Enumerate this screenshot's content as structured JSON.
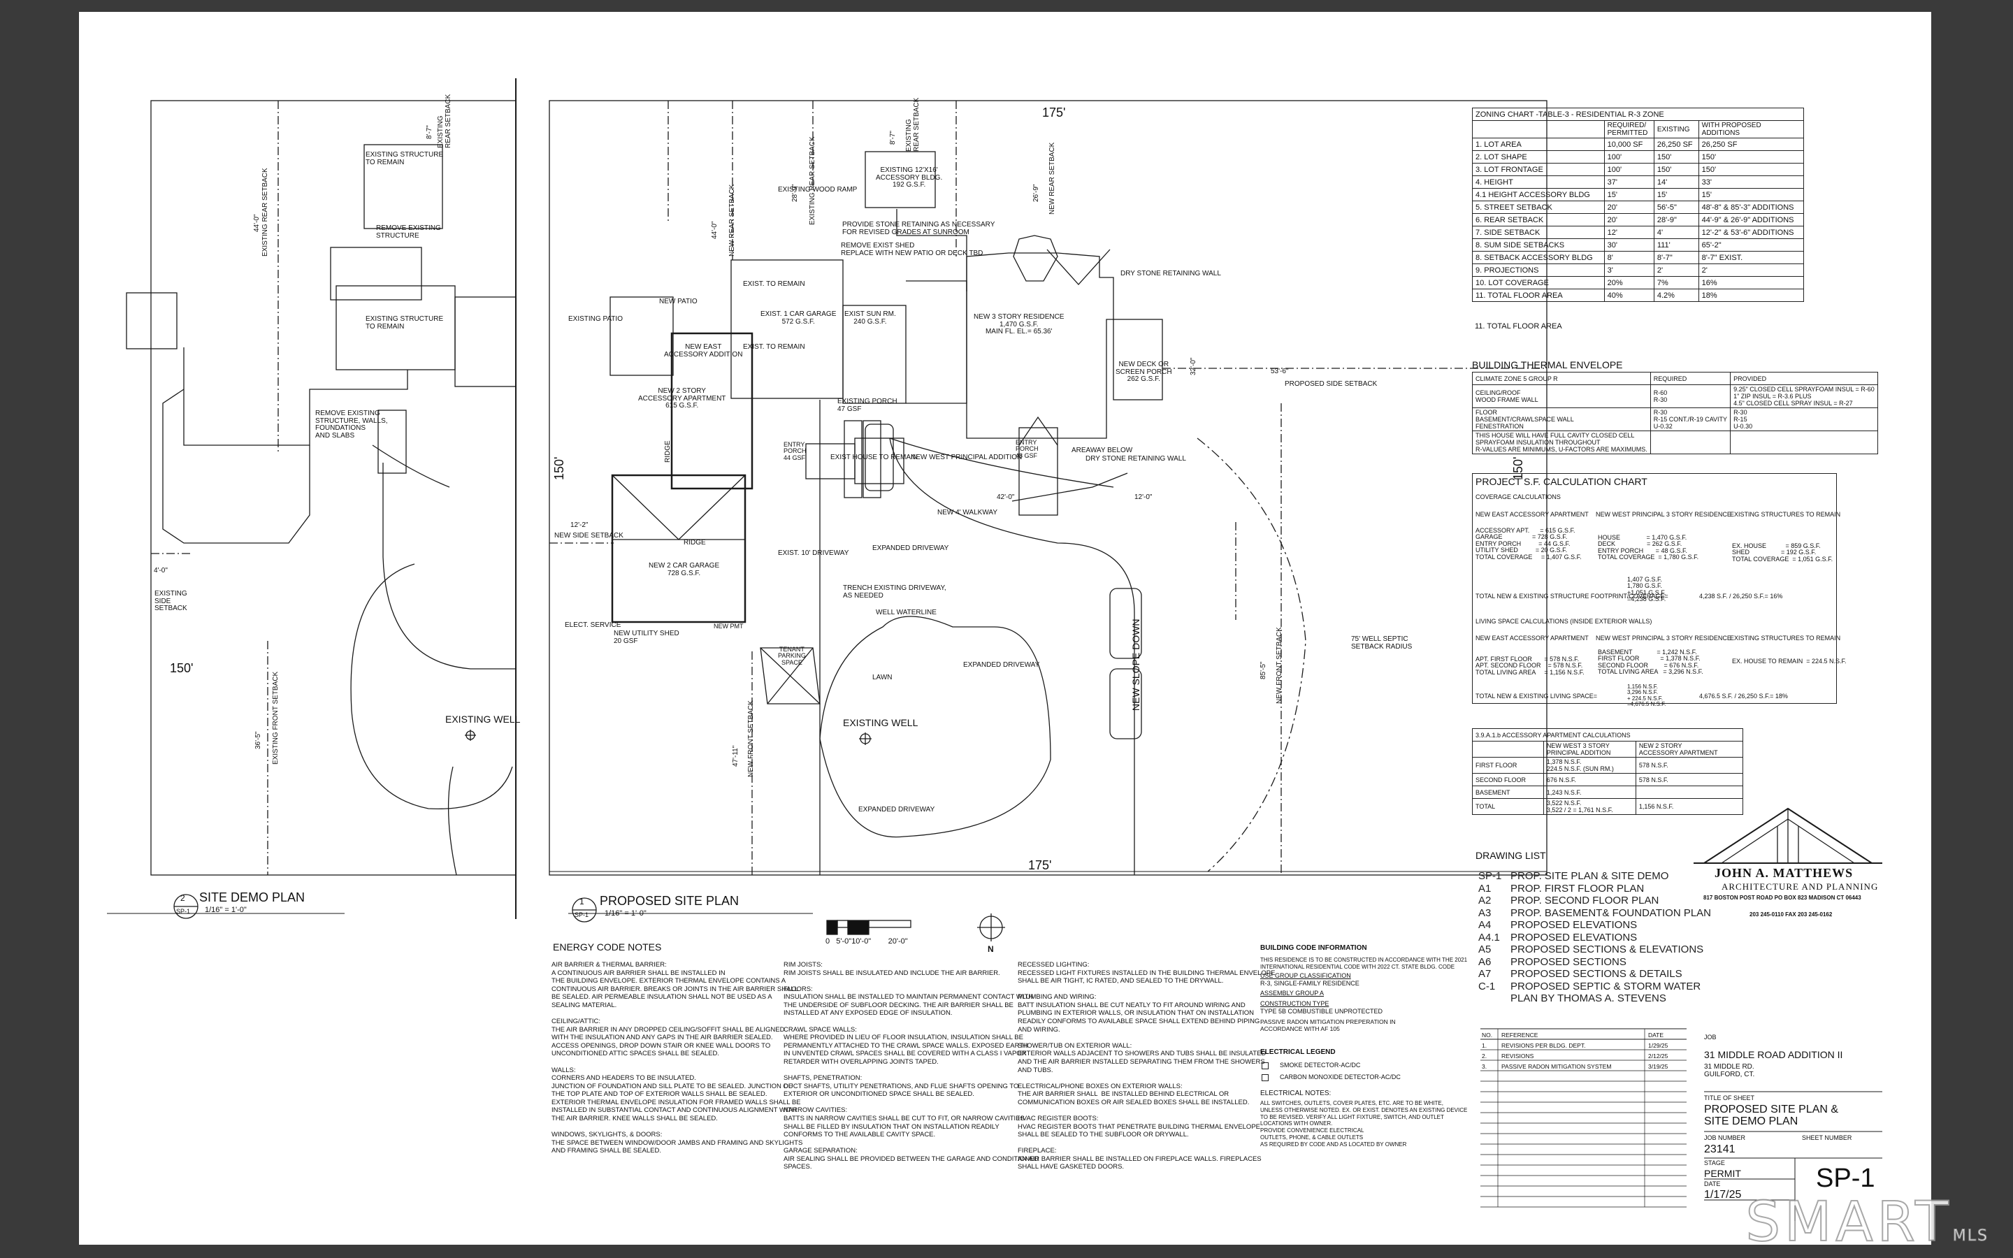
{
  "demo_plan": {
    "number": "2",
    "sheet_ref": "SP-1",
    "title": "SITE DEMO PLAN",
    "scale": "1/16\" = 1'-0\"",
    "labels": {
      "existing_structure_remain_1": "EXISTING STRUCTURE\nTO REMAIN",
      "remove_existing_structure": "REMOVE EXISTING\nSTRUCTURE",
      "existing_structure_remain_2": "EXISTING STRUCTURE\nTO REMAIN",
      "remove_existing_walls": "REMOVE EXISTING\nSTRUCTURE, WALLS,\nFOUNDATIONS\nAND SLABS",
      "existing_rear_setback": "EXISTING REAR SETBACK",
      "existing_rear_setback_v": "EXISTING\nREAR SETBACK",
      "existing_side_setback": "EXISTING\nSIDE\nSETBACK",
      "existing_front_setback": "EXISTING FRONT SETBACK",
      "existing_well": "EXISTING WELL",
      "dim_150": "150'",
      "dim_44": "44'-0\"",
      "dim_8": "8'-7\"",
      "dim_36": "36'-5\"",
      "dim_4": "4'-0\""
    }
  },
  "site_plan": {
    "number": "1",
    "sheet_ref": "SP-1",
    "title": "PROPOSED SITE PLAN",
    "scale": "1/16\" = 1'-0\"",
    "scale_bar": "0   5'-0\"10'-0\"        20'-0\"",
    "north": "N",
    "labels": {
      "dim_175_top": "175'",
      "dim_175_bottom": "175'",
      "dim_150_left": "150'",
      "dim_150_right": "150'",
      "dim_53": "53'-6\"",
      "proposed_side_setback": "PROPOSED SIDE SETBACK",
      "existing_accessory": "EXISTING 12'X16'\nACCESSORY BLDG.\n192 G.S.F.",
      "existing_wood_ramp": "EXISTING WOOD RAMP",
      "stone_retaining": "PROVIDE STONE RETAINING AS NECESSARY\nFOR REVISED GRADES AT SUNROOM",
      "remove_shed": "REMOVE EXIST SHED\nREPLACE WITH NEW PATIO OR DECK TBD",
      "dry_stone_wall_1": "DRY STONE RETAINING WALL",
      "dry_stone_wall_2": "DRY STONE RETAINING WALL",
      "exist_to_remain_1": "EXIST. TO REMAIN",
      "exist_to_remain_2": "EXIST. TO REMAIN",
      "existing_patio": "EXISTING PATIO",
      "new_patio": "NEW PATIO",
      "new_east_addition": "NEW EAST\nACCESSORY ADDITION",
      "new_2_story_apartment": "NEW 2 STORY\nACCESSORY APARTMENT\n615 G.S.F.",
      "ridge_1": "RIDGE",
      "ridge_2": "RIDGE",
      "car_garage_1": "EXIST. 1 CAR GARAGE\n572 G.S.F.",
      "sun_rm": "EXIST SUN RM.\n240 G.S.F.",
      "new_3_story": "NEW 3 STORY RESIDENCE\n1,470 G.S.F.\nMAIN FL. EL.= 65.36'",
      "new_deck": "NEW DECK OR\nSCREEN PORCH\n262 G.S.F.",
      "existing_porch": "EXISTING PORCH\n47 GSF",
      "entry_porch_1": "ENTRY\nPORCH\n44 GSF",
      "entry_porch_2": "ENTRY\nPORCH\n48 GSF",
      "exist_house_remain": "EXIST HOUSE TO REMAIN",
      "new_west_addition": "NEW WEST PRINCIPAL ADDITION",
      "areaway": "AREAWAY BELOW",
      "new_walkway": "NEW 4' WALKWAY",
      "dim_12": "12'-2\"",
      "dim_12b": "12'-0\"",
      "new_side_setback": "NEW SIDE SETBACK",
      "new_2_car_garage": "NEW 2 CAR GARAGE\n728 G.S.F.",
      "exist_driveway": "EXIST. 10' DRIVEWAY",
      "expanded_driveway_1": "EXPANDED DRIVEWAY",
      "expanded_driveway_2": "EXPANDED DRIVEWAY",
      "expanded_driveway_3": "EXPANDED DRIVEWAY",
      "trench": "TRENCH EXISTING DRIVEWAY,\nAS NEEDED",
      "well_waterline": "WELL WATERLINE",
      "lawn": "LAWN",
      "existing_well": "EXISTING WELL",
      "elect_service": "ELECT. SERVICE",
      "new_utility_shed": "NEW UTILITY SHED\n20 GSF",
      "tenant_parking": "TENANT\nPARKING\nSPACE",
      "new_slope_down": "NEW SLOPE DOWN",
      "new_front_setback": "NEW FRONT SETBACK",
      "new_front_setback_2": "NEW FRONT SETBACK",
      "new_rear_setback": "NEW REAR SETBACK",
      "new_rear_setback_2": "NEW REAR SETBACK",
      "existing_rear_setback": "EXISTING REAR SETBACK",
      "existing_rear_setback_v": "EXISTING\nREAR SETBACK",
      "well_septic": "75' WELL SEPTIC\nSETBACK RADIUS",
      "dim_44": "44'-0\"",
      "dim_8": "8'-7\"",
      "dim_28": "28'-9\"",
      "dim_26": "26'-9\"",
      "dim_47": "47'-11\"",
      "dim_85": "85'-5\"",
      "dim_32": "32'-0\"",
      "dim_42": "42'-0\"",
      "new_pmt": "NEW PMT"
    }
  },
  "zoning": {
    "title": "ZONING CHART -TABLE-3 -     RESIDENTIAL R-3  ZONE",
    "headers": [
      "",
      "REQUIRED/\nPERMITTED",
      "EXISTING",
      "WITH PROPOSED\nADDITIONS"
    ],
    "rows": [
      [
        "1. LOT AREA",
        "10,000 SF",
        "26,250 SF",
        "26,250 SF"
      ],
      [
        "2. LOT SHAPE",
        "100'",
        "150'",
        "150'"
      ],
      [
        "3. LOT FRONTAGE",
        "100'",
        "150'",
        "150'"
      ],
      [
        "4. HEIGHT",
        "37'",
        "14'",
        "33'"
      ],
      [
        "4.1 HEIGHT ACCESSORY BLDG",
        "15'",
        "15'",
        "15'"
      ],
      [
        "5. STREET SETBACK",
        "20'",
        "56'-5\"",
        "48'-8\" & 85'-3\"  ADDITIONS"
      ],
      [
        "6. REAR SETBACK",
        "20'",
        "28'-9\"",
        "44'-9\" & 26'-9\" ADDITIONS"
      ],
      [
        "7. SIDE SETBACK",
        "12'",
        "4'",
        "12'-2\" & 53'-6\" ADDITIONS"
      ],
      [
        "8. SUM SIDE SETBACKS",
        "30'",
        "111'",
        "65'-2\""
      ],
      [
        "8. SETBACK ACCESSORY BLDG",
        "8'",
        "8'-7\"",
        "8'-7\" EXIST."
      ],
      [
        "9. PROJECTIONS",
        "3'",
        "2'",
        "2'"
      ],
      [
        "10. LOT COVERAGE",
        "20%",
        "7%",
        "16%"
      ],
      [
        "11. TOTAL FLOOR AREA",
        "40%",
        "4.2%",
        "18%"
      ]
    ],
    "footnote": "11. TOTAL FLOOR AREA"
  },
  "thermal": {
    "title": "BUILDING THERMAL ENVELOPE",
    "headers": [
      "CLIMATE ZONE 5  GROUP R",
      "REQUIRED",
      "PROVIDED"
    ],
    "rows": [
      [
        "CEILING/ROOF\nWOOD FRAME WALL",
        "R-60\nR-30",
        "9.25\" CLOSED CELL SPRAYFOAM INSUL = R-60\n1\" ZIP INSUL = R-3.6 PLUS\n4.5\" CLOSED CELL SPRAY INSUL = R-27"
      ],
      [
        "FLOOR\nBASEMENT/CRAWLSPACE WALL\nFENESTRATION",
        "R-30\nR-15 CONT./R-19 CAVITY\nU-0.32",
        "R-30\nR-15\nU-0.30"
      ],
      [
        "THIS HOUSE WILL HAVE FULL CAVITY CLOSED CELL\nSPRAYFOAM INSULATION THROUGHOUT\nR-VALUES ARE MINIMUMS, U-FACTORS ARE MAXIMUMS.",
        "",
        ""
      ]
    ]
  },
  "sf_calc": {
    "title": "PROJECT S.F. CALCULATION CHART",
    "coverage_title": "COVERAGE CALCULATIONS",
    "col_heads": [
      "NEW EAST ACCESSORY APARTMENT",
      "NEW WEST PRINCIPAL 3 STORY RESIDENCE",
      "EXISTING STRUCTURES TO REMAIN"
    ],
    "coverage": [
      "ACCESSORY APT.      = 615 G.S.F.\nGARAGE                 = 728 G.S.F.\nENTRY PORCH          = 44 G.S.F.\nUTILITY SHED          = 20 G.S.F.\nTOTAL COVERAGE     = 1,407 G.S.F.",
      "HOUSE               = 1,470 G.S.F.\nDECK                  = 262 G.S.F.\nENTRY PORCH       = 48 G.S.F.\nTOTAL COVERAGE  = 1,780 G.S.F.",
      "EX. HOUSE           = 859 G.S.F.\nSHED                  = 192 G.S.F.\nTOTAL COVERAGE  = 1,051 G.S.F."
    ],
    "coverage_total_label": "TOTAL NEW & EXISTING STRUCTURE FOOTPRINT/COVERAGE=",
    "coverage_total_sum": "1,407 G.S.F.\n1,780 G.S.F.\n+1,051 G.S.F.\n=4,238 G.S.F.",
    "coverage_total_result": "4,238 S.F. / 26,250 S.F.= 16%",
    "living_title": "LIVING SPACE CALCULATIONS (INSIDE EXTERIOR WALLS)",
    "living": [
      "APT. FIRST FLOOR       = 578 N.S.F.\nAPT. SECOND FLOOR    = 578 N.S.F.\nTOTAL LIVING AREA     = 1,156 N.S.F.",
      "BASEMENT              = 1,242 N.S.F.\nFIRST FLOOR            = 1,378 N.S.F.\nSECOND FLOOR         = 676 N.S.F.\nTOTAL LIVING AREA   = 3,296 N.S.F.",
      "EX. HOUSE TO REMAIN  = 224.5 N.S.F."
    ],
    "living_total_label": "TOTAL NEW & EXISTING LIVING SPACE=",
    "living_total_sum": "1,156 N.S.F.\n3,296 N.S.F.\n+ 224.5 N.S.F.\n=4,676.5 N.S.F.",
    "living_total_result": "4,676.5 S.F. / 26,250 S.F.= 18%"
  },
  "accessory": {
    "title": "3.9.A.1.b   ACCESSORY APARTMENT CALCULATIONS",
    "headers": [
      "",
      "NEW WEST 3 STORY\nPRINCIPAL ADDITION",
      "NEW 2 STORY\nACCESSORY APARTMENT"
    ],
    "rows": [
      [
        "FIRST FLOOR",
        "1,378 N.S.F.\n224.5 N.S.F. (SUN RM.)",
        "578 N.S.F."
      ],
      [
        "SECOND FLOOR",
        "676 N.S.F.",
        "578 N.S.F."
      ],
      [
        "BASEMENT",
        "1,243 N.S.F.",
        ""
      ],
      [
        "TOTAL",
        "3,522 N.S.F.\n3,522 / 2 = 1,761 N.S.F.",
        "1,156 N.S.F."
      ]
    ]
  },
  "drawing_list": {
    "title": "DRAWING LIST",
    "items": [
      [
        "SP-1",
        "PROP. SITE PLAN & SITE DEMO"
      ],
      [
        "A1",
        "PROP. FIRST FLOOR PLAN"
      ],
      [
        "A2",
        "PROP. SECOND FLOOR PLAN"
      ],
      [
        "A3",
        "PROP. BASEMENT& FOUNDATION PLAN"
      ],
      [
        "A4",
        "PROPOSED ELEVATIONS"
      ],
      [
        "A4.1",
        "PROPOSED ELEVATIONS"
      ],
      [
        "A5",
        "PROPOSED SECTIONS & ELEVATIONS"
      ],
      [
        "A6",
        "PROPOSED SECTIONS"
      ],
      [
        "A7",
        "PROPOSED SECTIONS & DETAILS"
      ],
      [
        "C-1",
        "PROPOSED SEPTIC & STORM WATER"
      ],
      [
        "",
        "PLAN BY THOMAS A. STEVENS"
      ]
    ]
  },
  "firm": {
    "name": "JOHN A. MATTHEWS",
    "tagline": "ARCHITECTURE AND PLANNING",
    "address": "817 BOSTON POST ROAD PO BOX 823 MADISON CT 06443",
    "phone": "203 245-0110  FAX 203 245-0162"
  },
  "revisions": {
    "headers": [
      "NO.",
      "REFERENCE",
      "DATE"
    ],
    "rows": [
      [
        "1.",
        "REVISIONS PER BLDG. DEPT.",
        "1/29/25"
      ],
      [
        "2.",
        "REVISIONS",
        "2/12/25"
      ],
      [
        "3.",
        "PASSIVE RADON MITIGATION SYSTEM",
        "3/19/25"
      ]
    ]
  },
  "title_block": {
    "job_label": "JOB",
    "job_name": "31 MIDDLE ROAD ADDITION II",
    "job_address": "31 MIDDLE RD.\nGUILFORD, CT.",
    "title_label": "TITLE OF SHEET",
    "sheet_title": "PROPOSED SITE PLAN &\nSITE DEMO PLAN",
    "job_number_label": "JOB NUMBER",
    "job_number": "23141",
    "sheet_number_label": "SHEET NUMBER",
    "stage_label": "STAGE",
    "stage": "PERMIT",
    "date_label": "DATE",
    "date": "1/17/25",
    "sheet_number": "SP-1"
  },
  "energy": {
    "title": "ENERGY CODE NOTES",
    "col1": "AIR BARRIER & THERMAL BARRIER:\nA CONTINUOUS AIR BARRIER SHALL BE INSTALLED IN\nTHE BUILDING ENVELOPE. EXTERIOR THERMAL ENVELOPE CONTAINS A\nCONTINUOUS AIR BARRIER. BREAKS OR JOINTS IN THE AIR BARRIER SHALL\nBE SEALED. AIR PERMEABLE INSULATION SHALL NOT BE USED AS A\nSEALING MATERIAL.\n\nCEILING/ATTIC:\nTHE AIR BARRIER IN ANY DROPPED CEILING/SOFFIT SHALL BE ALIGNED\nWITH THE INSULATION AND ANY GAPS IN THE AIR BARRIER SEALED.\nACCESS OPENINGS, DROP DOWN STAIR OR KNEE WALL DOORS TO\nUNCONDITIONED ATTIC SPACES SHALL BE SEALED.\n\nWALLS:\nCORNERS AND HEADERS TO BE INSULATED.\nJUNCTION OF FOUNDATION AND SILL PLATE TO BE SEALED. JUNCTION OF\nTHE TOP PLATE AND TOP OF EXTERIOR WALLS SHALL BE SEALED.\nEXTERIOR THERMAL ENVELOPE INSULATION FOR FRAMED WALLS SHALL BE\nINSTALLED IN SUBSTANTIAL CONTACT AND CONTINUOUS ALIGNMENT WITH\nTHE AIR BARRIER. KNEE WALLS SHALL BE SEALED.\n\nWINDOWS, SKYLIGHTS, & DOORS:\nTHE SPACE BETWEEN WINDOW/DOOR JAMBS AND FRAMING AND SKYLIGHTS\nAND FRAMING SHALL BE SEALED.",
    "col2": "RIM JOISTS:\nRIM JOISTS SHALL BE INSULATED AND INCLUDE THE AIR BARRIER.\n\nFLOORS:\nINSULATION SHALL BE INSTALLED TO MAINTAIN PERMANENT CONTACT WITH\nTHE UNDERSIDE OF SUBFLOOR DECKING. THE AIR BARRIER SHALL BE\nINSTALLED AT ANY EXPOSED EDGE OF INSULATION.\n\nCRAWL SPACE WALLS:\nWHERE PROVIDED IN LIEU OF FLOOR INSULATION, INSULATION SHALL BE\nPERMANENTLY ATTACHED TO THE CRAWL SPACE WALLS. EXPOSED EARTH\nIN UNVENTED CRAWL SPACES SHALL BE COVERED WITH A CLASS I VAPOR\nRETARDER WITH OVERLAPPING JOINTS TAPED.\n\nSHAFTS, PENETRATION:\nDUCT SHAFTS, UTILITY PENETRATIONS, AND FLUE SHAFTS OPENING TO\nEXTERIOR OR UNCONDITIONED SPACE SHALL BE SEALED.\n\nNARROW CAVITIES:\nBATTS IN NARROW CAVITIES SHALL BE CUT TO FIT, OR NARROW CAVITIES\nSHALL BE FILLED BY INSULATION THAT ON INSTALLATION READILY\nCONFORMS TO THE AVAILABLE CAVITY SPACE.\n\nGARAGE SEPARATION:\nAIR SEALING SHALL BE PROVIDED BETWEEN THE GARAGE AND CONDITIONED\nSPACES.",
    "col3": "RECESSED LIGHTING:\nRECESSED LIGHT FIXTURES INSTALLED IN THE BUILDING THERMAL ENVELOPE\nSHALL BE AIR TIGHT, IC RATED, AND SEALED TO THE DRYWALL.\n\nPLUMBING AND WIRING:\nBATT INSULATION SHALL BE CUT NEATLY TO FIT AROUND WIRING AND\nPLUMBING IN EXTERIOR WALLS, OR INSULATION THAT ON INSTALLATION\nREADILY CONFORMS TO AVAILABLE SPACE SHALL EXTEND BEHIND PIPING\nAND WIRING.\n\nSHOWER/TUB ON EXTERIOR WALL:\nEXTERIOR WALLS ADJACENT TO SHOWERS AND TUBS SHALL BE INSULATED\nAND THE AIR BARRIER INSTALLED SEPARATING THEM FROM THE SHOWERS\nAND TUBS.\n\nELECTRICAL/PHONE BOXES ON EXTERIOR WALLS:\nTHE AIR BARRIER SHALL  BE INSTALLED BEHIND ELECTRICAL OR\nCOMMUNICATION BOXES OR AIR SEALED BOXES SHALL BE INSTALLED.\n\nHVAC REGISTER BOOTS:\nHVAC REGISTER BOOTS THAT PENETRATE BUILDING THERMAL ENVELOPE\nSHALL BE SEALED TO THE SUBFLOOR OR DRYWALL.\n\nFIREPLACE:\nAN AIR BARRIER SHALL BE INSTALLED ON FIREPLACE WALLS. FIREPLACES\nSHALL HAVE GASKETED DOORS."
  },
  "building_code": {
    "title": "BUILDING CODE INFORMATION",
    "text": "THIS RESIDENCE IS TO BE CONSTRUCTED IN ACCORDANCE WITH THE 2021\nINTERNATIONAL RESIDENTIAL CODE WITH 2022 CT. STATE BLDG. CODE",
    "use_group_label": "USE GROUP CLASSIFICATION",
    "use_group": "R-3, SINGLE-FAMILY RESIDENCE",
    "assembly_label": "ASSEMBLY GROUP A",
    "construction_label": "CONSTRUCTION TYPE",
    "construction": "TYPE 5B COMBUSTIBLE UNPROTECTED",
    "radon": "PASSIVE RADON MITIGATION PREPERATION IN\nACCORDANCE WITH AF 105"
  },
  "electrical": {
    "legend_title": "ELECTRICAL LEGEND",
    "smoke": "SMOKE DETECTOR-AC/DC",
    "co": "CARBON MONOXIDE DETECTOR-AC/DC",
    "notes_title": "ELECTRICAL NOTES:",
    "notes": "ALL SWITCHES, OUTLETS, COVER PLATES, ETC. ARE TO BE WHITE,\nUNLESS OTHERWISE NOTED. EX. OR EXIST. DENOTES AN EXISTING DEVICE\nTO BE REVISED. VERIFY ALL LIGHT FIXTURE, SWITCH, AND OUTLET\nLOCATIONS WITH OWNER.\nPROVIDE CONVENIENCE ELECTRICAL\nOUTLETS, PHONE, & CABLE OUTLETS\nAS REQUIRED BY CODE AND AS LOCATED BY OWNER"
  },
  "watermark": "SMART",
  "watermark_sub": "MLS"
}
